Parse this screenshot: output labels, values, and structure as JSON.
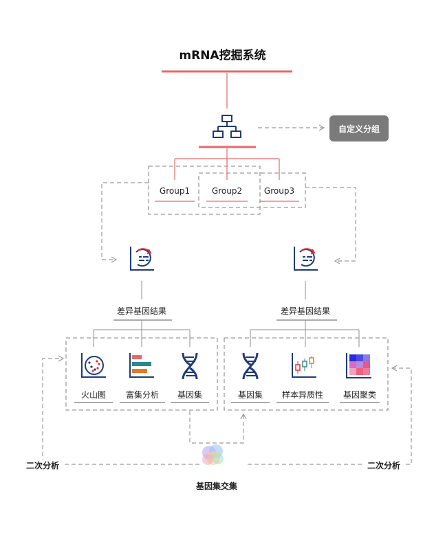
{
  "title": "mRNA挖掘系统",
  "custom_group_button": "自定义分组",
  "groups": [
    "Group1",
    "Group2",
    "Group3"
  ],
  "left_branch": {
    "result_label": "差异基因结果",
    "items": [
      "火山图",
      "富集分析",
      "基因集"
    ]
  },
  "right_branch": {
    "result_label": "差异基因结果",
    "items": [
      "基因集",
      "样本异质性",
      "基因聚类"
    ]
  },
  "intersection_label": "基因集交集",
  "secondary_left": "二次分析",
  "secondary_right": "二次分析",
  "colors": {
    "accent": "#e8696a",
    "navy": "#1e3a7a",
    "dash": "#9a9a9a",
    "button": "#7a7a7a"
  },
  "icons": [
    "network-icon",
    "cycle-chart-icon",
    "volcano-plot-icon",
    "bar-chart-icon",
    "dna-icon",
    "boxplot-icon",
    "heatmap-icon",
    "venn-icon"
  ]
}
